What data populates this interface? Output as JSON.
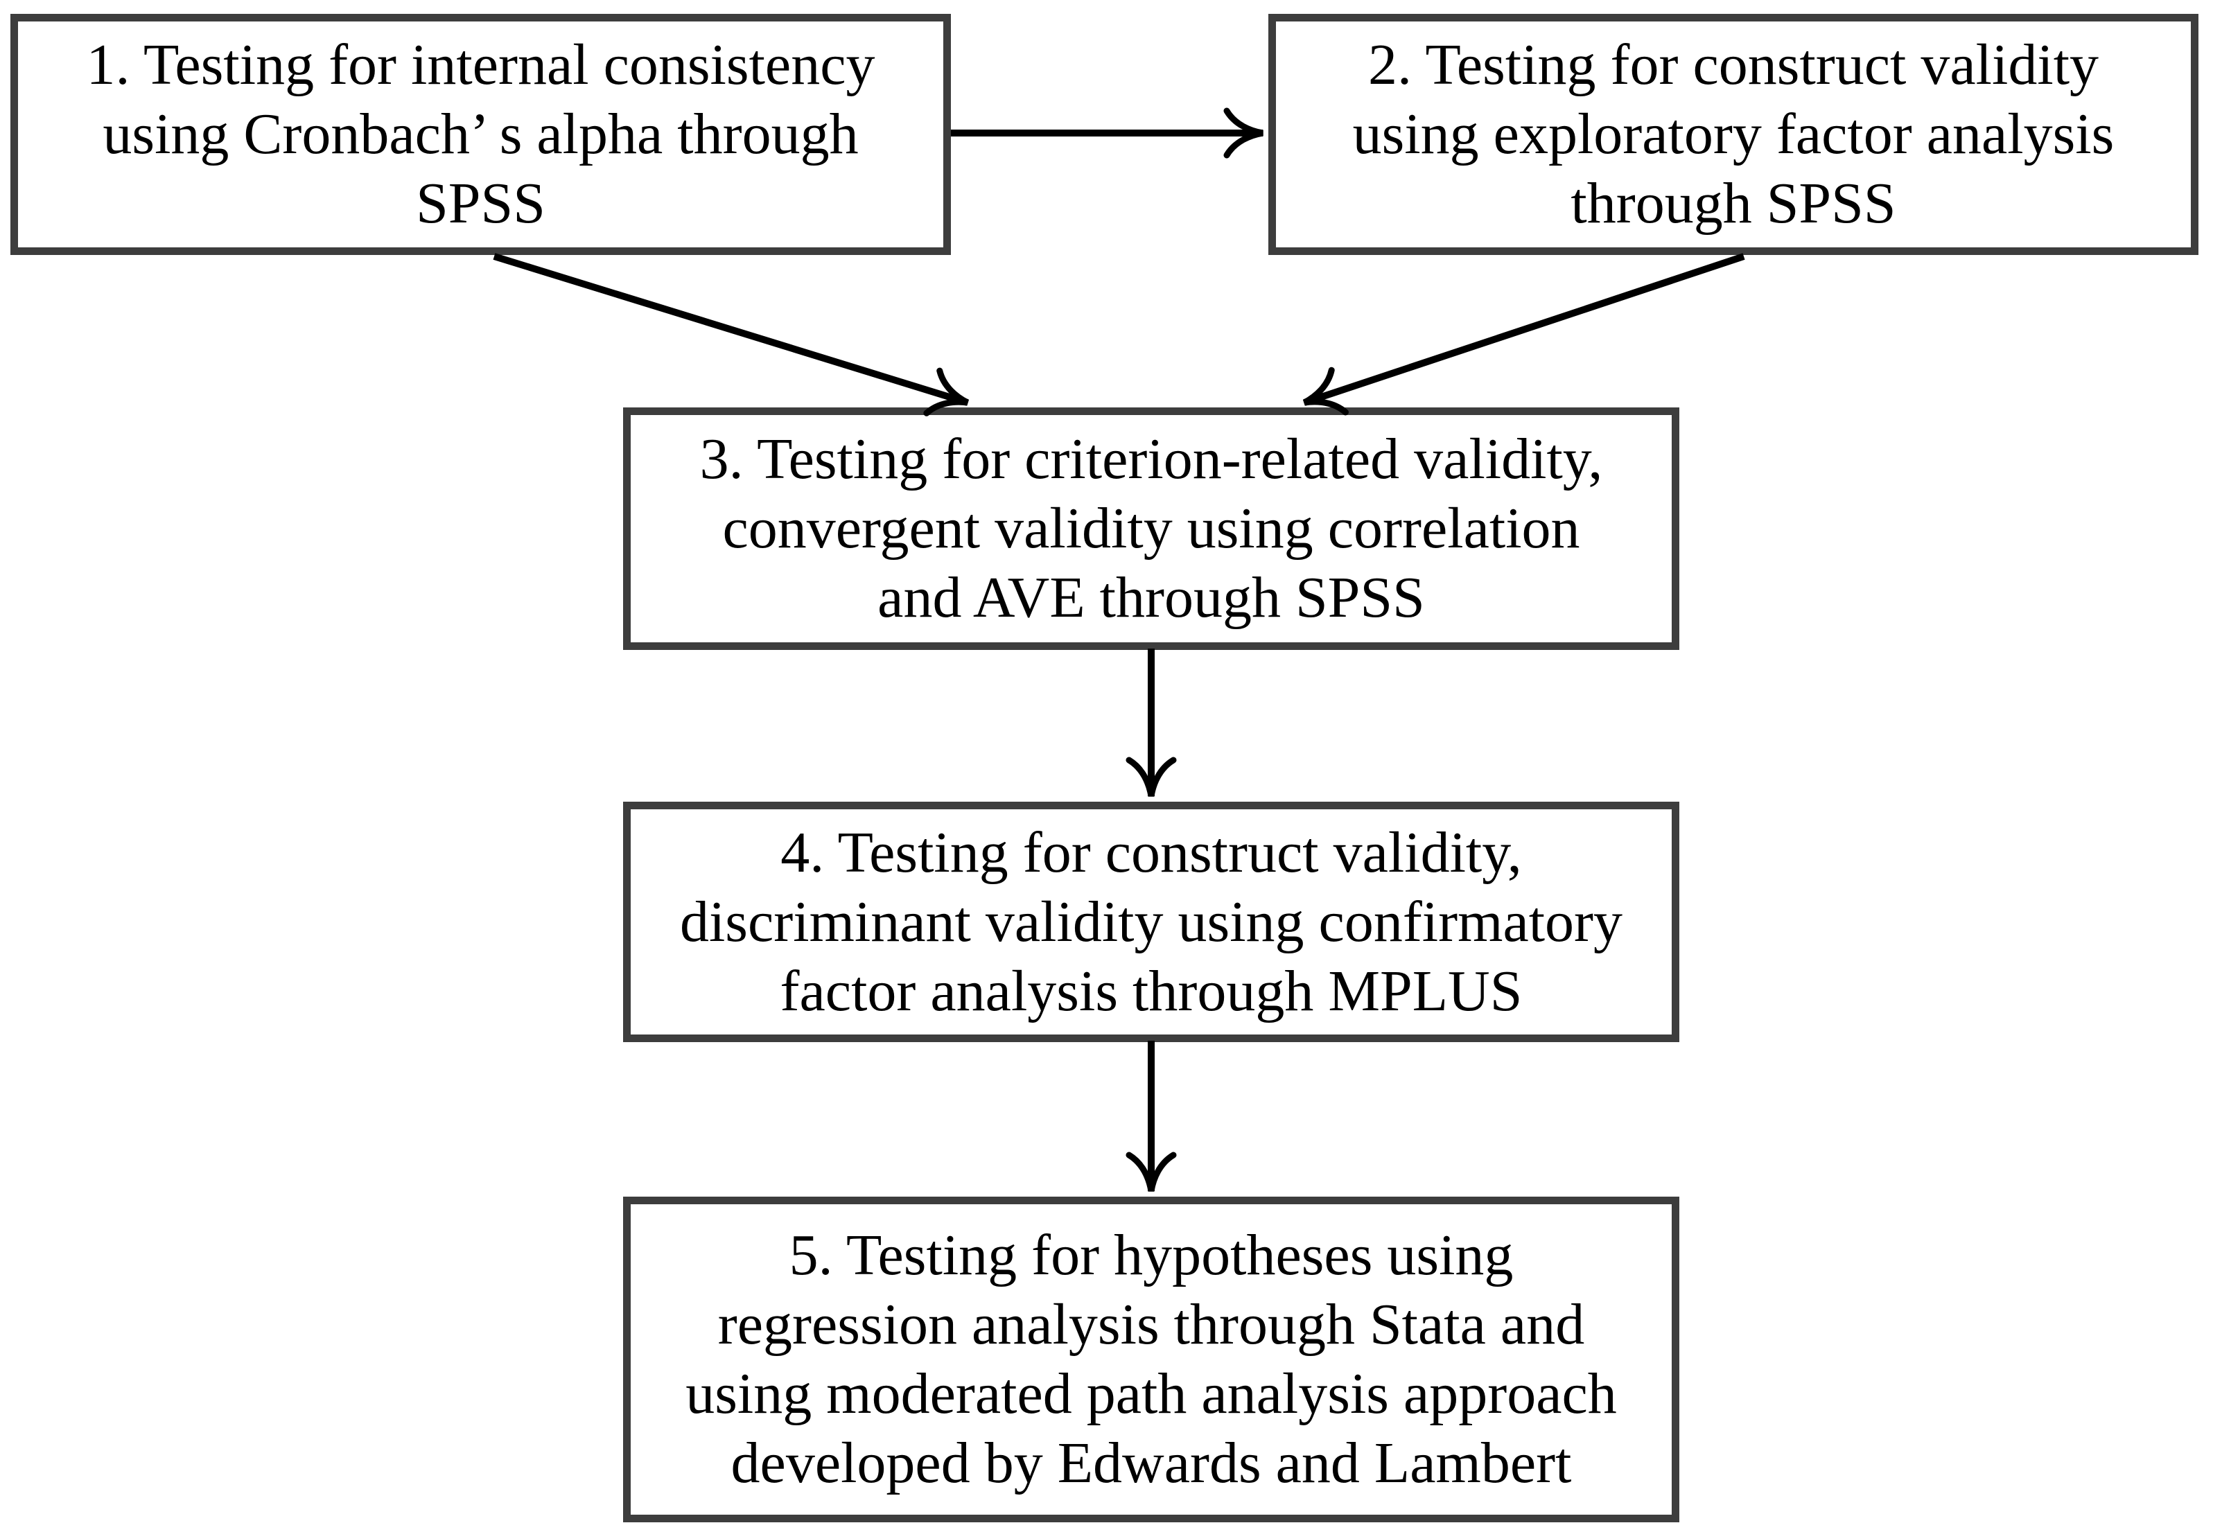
{
  "figure": {
    "kind": "flowchart",
    "colors": {
      "background-color": "#ffffff",
      "box-border-color": "#3d3d3d",
      "arrow-color": "#000000",
      "text-color": "#000000"
    },
    "boxes": [
      {
        "id": "box-1",
        "text": "1. Testing for internal consistency using Cronbach’ s alpha through SPSS",
        "lines": [
          "1. Testing for internal consistency",
          "using Cronbach’ s alpha through",
          "SPSS"
        ]
      },
      {
        "id": "box-2",
        "text": "2. Testing for construct validity using exploratory factor analysis through SPSS",
        "lines": [
          "2. Testing for construct validity",
          "using exploratory factor analysis",
          "through SPSS"
        ]
      },
      {
        "id": "box-3",
        "text": "3. Testing for criterion-related validity, convergent validity using correlation and AVE through SPSS",
        "lines": [
          "3. Testing for criterion-related validity,",
          "convergent validity using correlation",
          "and AVE through SPSS"
        ]
      },
      {
        "id": "box-4",
        "text": "4. Testing for construct validity, discriminant validity using confirmatory factor analysis through MPLUS",
        "lines": [
          "4. Testing for construct validity,",
          "discriminant validity using confirmatory",
          "factor analysis through MPLUS"
        ]
      },
      {
        "id": "box-5",
        "text": "5. Testing for hypotheses using regression analysis through Stata and using moderated path analysis approach developed by Edwards and Lambert",
        "lines": [
          "5. Testing for hypotheses using",
          "regression analysis through Stata and",
          "using moderated path analysis approach",
          "developed by Edwards and Lambert"
        ]
      }
    ],
    "arrows": [
      {
        "from": "box-1",
        "to": "box-2",
        "direction": "right"
      },
      {
        "from": "box-1",
        "to": "box-3",
        "direction": "down-right"
      },
      {
        "from": "box-2",
        "to": "box-3",
        "direction": "down-left"
      },
      {
        "from": "box-3",
        "to": "box-4",
        "direction": "down"
      },
      {
        "from": "box-4",
        "to": "box-5",
        "direction": "down"
      }
    ]
  }
}
